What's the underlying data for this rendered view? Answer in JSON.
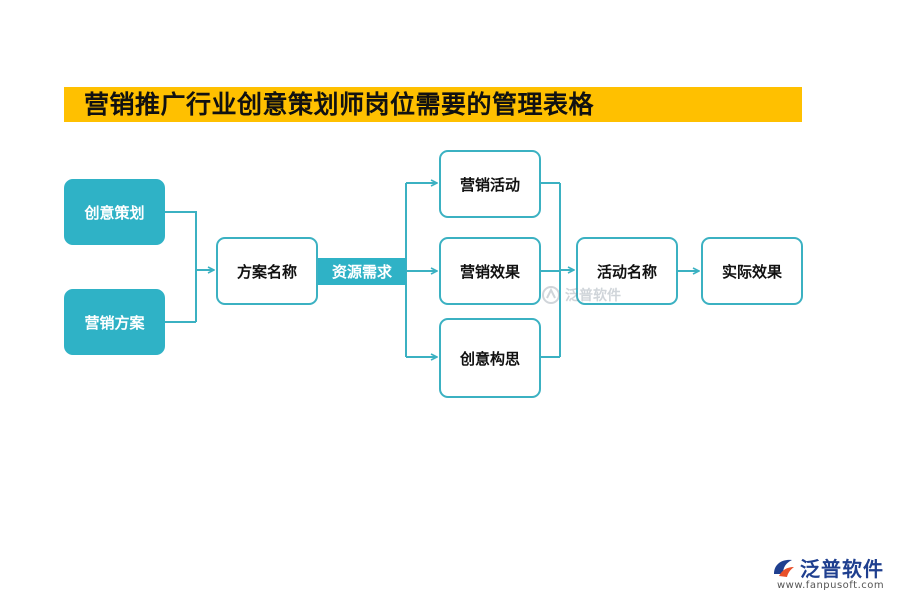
{
  "title": "营销推广行业创意策划师岗位需要的管理表格",
  "colors": {
    "title_band": "#FFC000",
    "accent": "#2FB2C6",
    "border": "#3BB1C2",
    "brand": "#1f3f8f"
  },
  "nodes": {
    "creative_planning": "创意策划",
    "marketing_plan": "营销方案",
    "plan_name": "方案名称",
    "resource_demand": "资源需求",
    "marketing_activity": "营销活动",
    "marketing_effect": "营销效果",
    "creative_idea": "创意构思",
    "activity_name": "活动名称",
    "actual_effect": "实际效果"
  },
  "watermark": {
    "text": "泛普软件"
  },
  "brand": {
    "name": "泛普软件",
    "url": "www.fanpusoft.com"
  }
}
